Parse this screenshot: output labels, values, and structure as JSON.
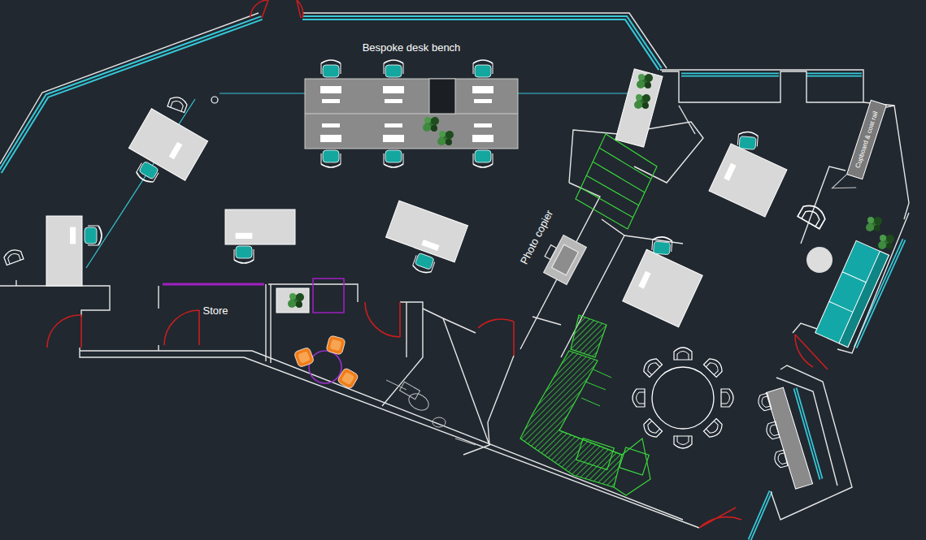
{
  "diagram": {
    "nodes": [
      {
        "text": [
          "Bespoke desk bench"
        ]
      }
    ],
    "labels": [
      "Store",
      "Photo copier",
      "Cupboard & coat rail"
    ]
  }
}
